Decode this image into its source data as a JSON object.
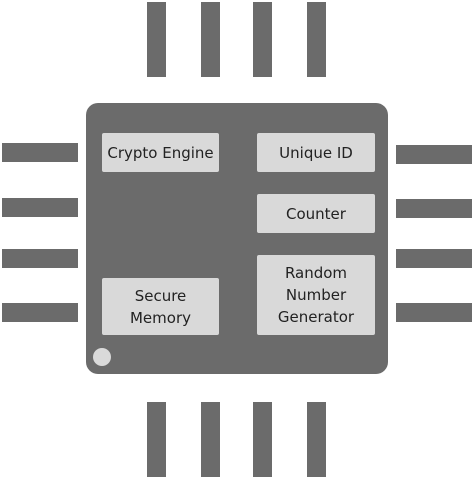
{
  "diagram": {
    "blocks": [
      {
        "id": "crypto-engine",
        "label": "Crypto Engine"
      },
      {
        "id": "unique-id",
        "label": "Unique ID"
      },
      {
        "id": "counter",
        "label": "Counter"
      },
      {
        "id": "rng",
        "label": "Random\nNumber\nGenerator"
      },
      {
        "id": "secure-memory",
        "label": "Secure\nMemory"
      }
    ],
    "colors": {
      "chip_body": "#6b6b6b",
      "block_fill": "#d9d9d9",
      "pin1_dot": "#dadada",
      "text": "#222222"
    },
    "pins_per_side": 4
  }
}
